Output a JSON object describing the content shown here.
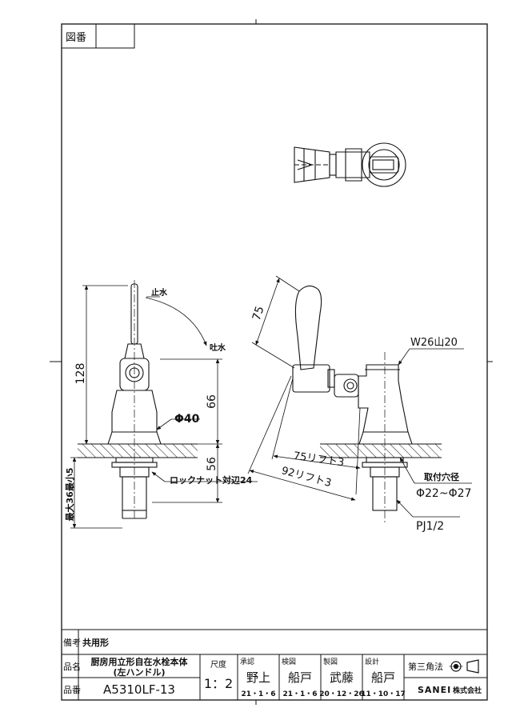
{
  "corner_box": {
    "label": "図番",
    "value": ""
  },
  "dims": {
    "d128": "128",
    "d66": "66",
    "d56": "56",
    "dia40": "Φ40",
    "locknut": "ロックナット対辺24",
    "max36": "最大36最小5",
    "stop": "止水",
    "spout": "吐水",
    "d75": "75",
    "d75lift": "75リフト3",
    "d92lift": "92リフト3",
    "thread": "W26山20",
    "hole_label": "取付穴径",
    "hole_value": "Φ22~Φ27",
    "pj": "PJ1/2"
  },
  "title_block": {
    "remarks_label": "備考",
    "remarks": "共用形",
    "name_label": "品名",
    "name_line1": "厨房用立形自在水栓本体",
    "name_line2": "(左ハンドル)",
    "code_label": "品番",
    "code": "A5310LF-13",
    "scale_label": "尺度",
    "scale": "1：2",
    "approval_label": "承認",
    "approval_name": "野上",
    "approval_date": "21・1・6",
    "check_label": "検図",
    "check_name": "船戸",
    "check_date": "21・1・6",
    "draft_label": "製図",
    "draft_name": "武藤",
    "draft_date": "20・12・26",
    "design_label": "設計",
    "design_name": "船戸",
    "design_date": "11・10・17",
    "projection": "第三角法",
    "company": "SANEI",
    "company_suffix": "株式会社"
  }
}
